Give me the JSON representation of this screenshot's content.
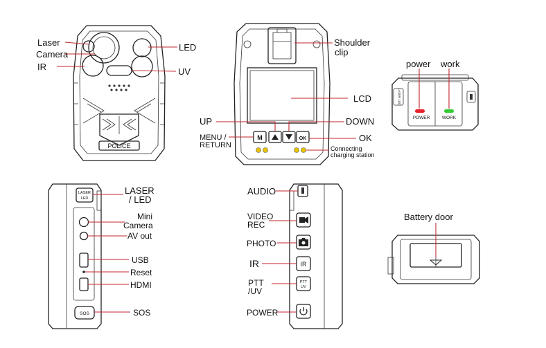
{
  "front_view": {
    "labels": {
      "laser": "Laser",
      "camera": "Camera",
      "ir": "IR",
      "led": "LED",
      "uv": "UV"
    },
    "badge": "POLICE"
  },
  "back_view": {
    "labels": {
      "shoulder_clip_line1": "Shoulder",
      "shoulder_clip_line2": "clip",
      "lcd": "LCD",
      "up": "UP",
      "down": "DOWN",
      "menu_line1": "MENU /",
      "menu_line2": "RETURN",
      "ok": "OK",
      "connecting_line1": "Connecting",
      "connecting_line2": "charging station"
    },
    "buttons": {
      "m": "M",
      "ok": "OK"
    }
  },
  "top_view": {
    "labels": {
      "power": "power",
      "work": "work"
    },
    "indicators": {
      "power": "POWER",
      "work": "WORK",
      "laser_led": "LASER LED"
    },
    "colors": {
      "power": "#e8202a",
      "work": "#33cc33"
    }
  },
  "left_side_view": {
    "labels": {
      "laser_led_line1": "LASER",
      "laser_led_line2": "/ LED",
      "mini_camera_line1": "Mini",
      "mini_camera_line2": "Camera",
      "av_out": "AV out",
      "usb": "USB",
      "reset": "Reset",
      "hdmi": "HDMI",
      "sos": "SOS"
    },
    "switch_text": {
      "line1": "LASER",
      "line2": "LED"
    },
    "sos_button": "SOS"
  },
  "right_side_view": {
    "labels": {
      "audio": "AUDIO",
      "video_rec_line1": "VIDEO",
      "video_rec_line2": "REC",
      "photo": "PHOTO",
      "ir": "IR",
      "ptt_line1": "PTT",
      "ptt_line2": "/UV",
      "power": "POWER"
    },
    "buttons": {
      "ir": "IR",
      "ptt": "PTT",
      "uv": "UV"
    }
  },
  "bottom_view": {
    "labels": {
      "battery_door": "Battery door"
    }
  },
  "colors": {
    "leader": "#c0262d",
    "outline": "#222222",
    "charge_dot": "#e6c200"
  }
}
